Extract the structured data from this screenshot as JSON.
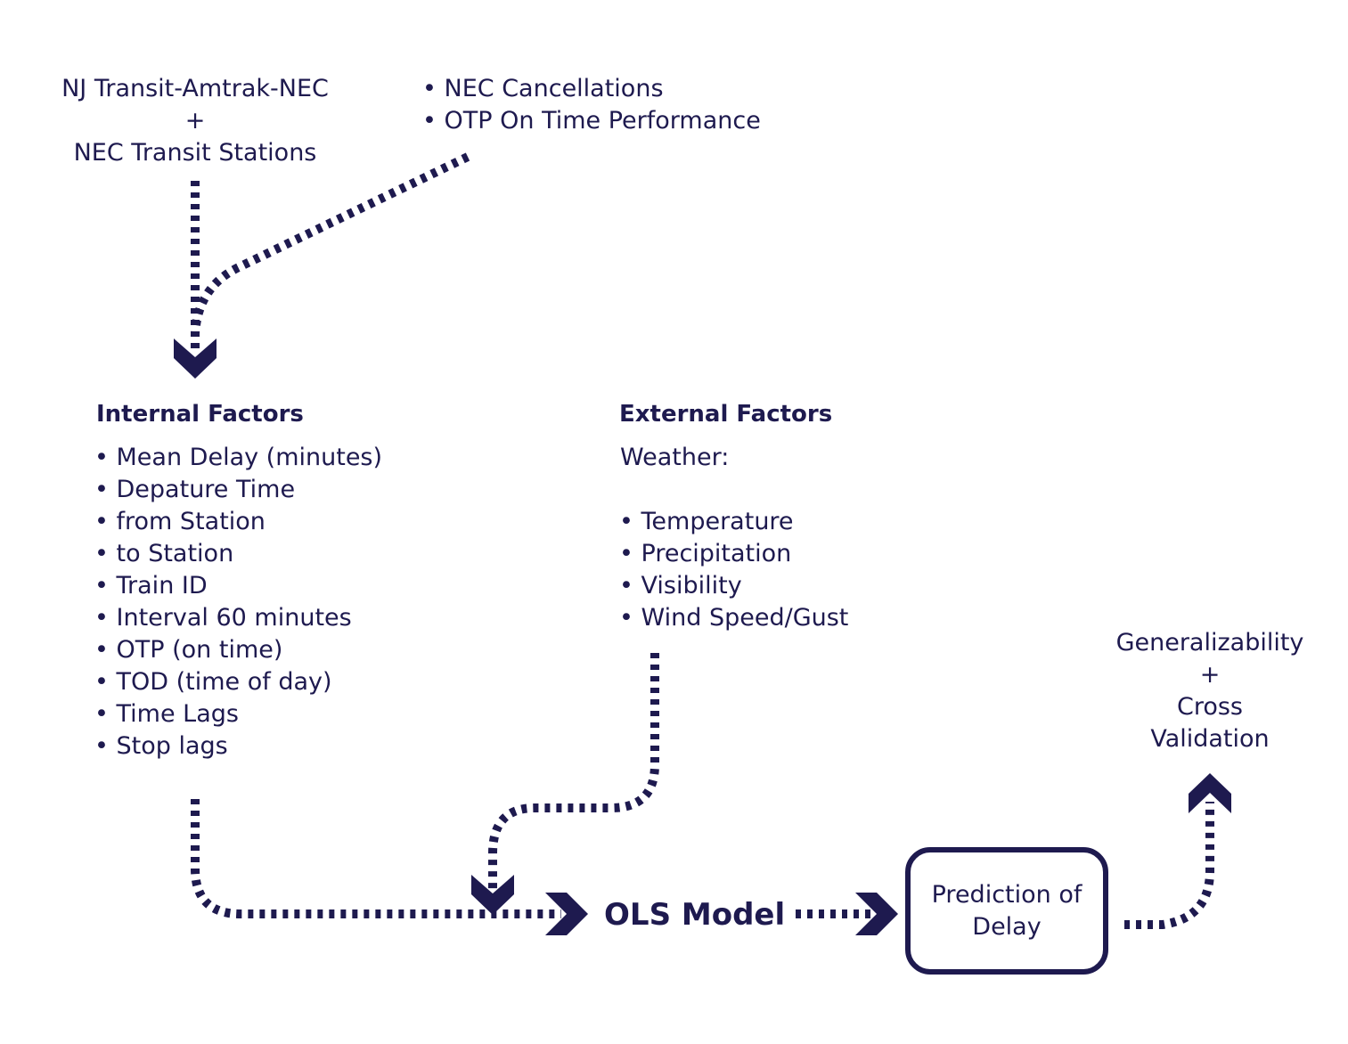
{
  "sources": {
    "left": {
      "line1": "NJ Transit-Amtrak-NEC",
      "plus": "+",
      "line2": "NEC Transit Stations"
    },
    "right": {
      "items": [
        "NEC Cancellations",
        "OTP On Time Performance"
      ]
    }
  },
  "internal": {
    "title": "Internal Factors",
    "items": [
      "Mean Delay (minutes)",
      "Depature Time",
      "from Station",
      "to Station",
      "Train ID",
      "Interval 60 minutes",
      "OTP (on time)",
      "TOD (time of day)",
      "Time Lags",
      "Stop lags"
    ]
  },
  "external": {
    "title": "External Factors",
    "subtitle": "Weather:",
    "items": [
      "Temperature",
      "Precipitation",
      "Visibility",
      "Wind Speed/Gust"
    ]
  },
  "model": {
    "label": "OLS Model"
  },
  "prediction": {
    "label": "Prediction of Delay"
  },
  "validation": {
    "line1": "Generalizability",
    "plus": "+",
    "line2": "Cross",
    "line3": "Validation"
  },
  "colors": {
    "primary": "#1e1a4f",
    "background": "#ffffff"
  }
}
